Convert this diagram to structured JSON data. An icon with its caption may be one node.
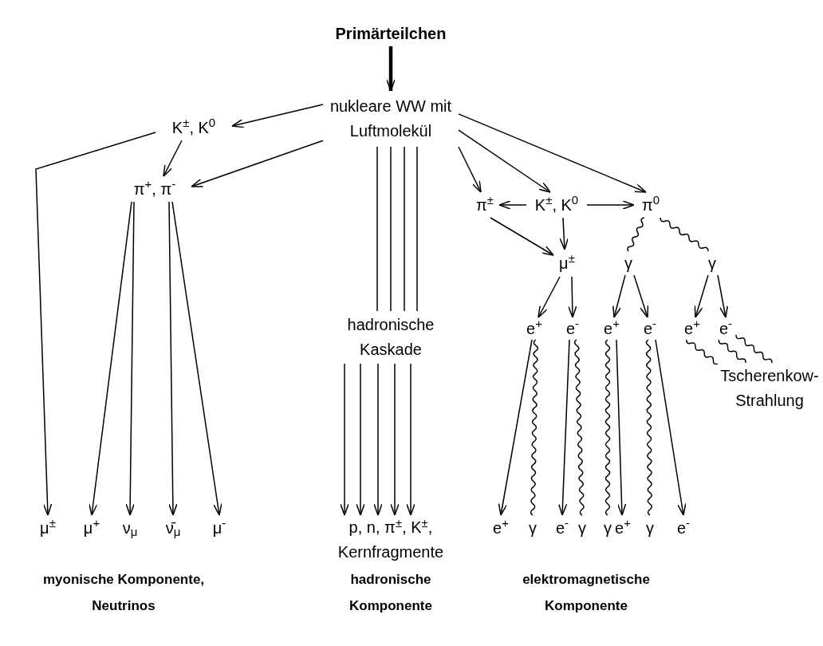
{
  "diagram": {
    "nodes": [
      {
        "text": [
          "Primärteilchen"
        ]
      },
      {
        "text": [
          "nukleare WW mit Luftmolekül"
        ]
      },
      {
        "text": [
          "K$^{±}$, K$^{0}$"
        ]
      },
      {
        "text": [
          "π$^{+}$, π$^{-}$"
        ]
      },
      {
        "text": [
          "π$^{±}$"
        ]
      },
      {
        "text": [
          "K$^{±}$, K$^{0}$"
        ]
      },
      {
        "text": [
          "π$^{0}$"
        ]
      },
      {
        "text": [
          "μ$^{±}$"
        ]
      },
      {
        "text": [
          "γ"
        ]
      },
      {
        "text": [
          "γ"
        ]
      },
      {
        "text": [
          "hadronische Kaskade"
        ]
      },
      {
        "text": [
          "e$^{+}$"
        ]
      },
      {
        "text": [
          "e$^{-}$"
        ]
      },
      {
        "text": [
          "e$^{+}$"
        ]
      },
      {
        "text": [
          "e$^{-}$"
        ]
      },
      {
        "text": [
          "e$^{+}$"
        ]
      },
      {
        "text": [
          "e$^{-}$"
        ]
      },
      {
        "text": [
          "Tscherenkow- Strahlung"
        ]
      },
      {
        "text": [
          "μ$^{±}$"
        ]
      },
      {
        "text": [
          "μ$^{+}$"
        ]
      },
      {
        "text": [
          "ν$_{μ}$"
        ]
      },
      {
        "text": [
          "ν̄$_{μ}$"
        ]
      },
      {
        "text": [
          "μ$^{-}$"
        ]
      },
      {
        "text": [
          "p, n, π$^{±}$, K$^{±}$, Kernfragmente"
        ]
      },
      {
        "text": [
          "e$^{+}$"
        ]
      },
      {
        "text": [
          "γ"
        ]
      },
      {
        "text": [
          "e$^{-}$"
        ]
      },
      {
        "text": [
          "γ"
        ]
      },
      {
        "text": [
          "γ"
        ]
      },
      {
        "text": [
          "e$^{+}$"
        ]
      },
      {
        "text": [
          "γ"
        ]
      },
      {
        "text": [
          "e$^{-}$"
        ]
      }
    ],
    "edges": [
      {
        "from": 0,
        "to": 1,
        "arrow": "to",
        "style": "thick"
      },
      {
        "from": 1,
        "to": 2,
        "arrow": "to"
      },
      {
        "from": 1,
        "to": 3,
        "arrow": "to"
      },
      {
        "from": 2,
        "to": 3,
        "arrow": "to"
      },
      {
        "from": 2,
        "to": 18,
        "arrow": "to"
      },
      {
        "from": 3,
        "to": 19,
        "arrow": "to"
      },
      {
        "from": 3,
        "to": 20,
        "arrow": "to"
      },
      {
        "from": 3,
        "to": 21,
        "arrow": "to"
      },
      {
        "from": 3,
        "to": 22,
        "arrow": "to"
      },
      {
        "from": 1,
        "to": 10,
        "arrow": "none"
      },
      {
        "from": 1,
        "to": 10,
        "arrow": "none"
      },
      {
        "from": 1,
        "to": 10,
        "arrow": "none"
      },
      {
        "from": 1,
        "to": 10,
        "arrow": "none"
      },
      {
        "from": 10,
        "to": 23,
        "arrow": "to"
      },
      {
        "from": 10,
        "to": 23,
        "arrow": "to"
      },
      {
        "from": 10,
        "to": 23,
        "arrow": "to"
      },
      {
        "from": 10,
        "to": 23,
        "arrow": "to"
      },
      {
        "from": 10,
        "to": 23,
        "arrow": "to"
      },
      {
        "from": 1,
        "to": 4,
        "arrow": "to"
      },
      {
        "from": 1,
        "to": 5,
        "arrow": "to"
      },
      {
        "from": 1,
        "to": 6,
        "arrow": "to"
      },
      {
        "from": 5,
        "to": 4,
        "arrow": "to"
      },
      {
        "from": 5,
        "to": 6,
        "arrow": "to"
      },
      {
        "from": 5,
        "to": 7,
        "arrow": "to"
      },
      {
        "from": 4,
        "to": 7,
        "arrow": "to"
      },
      {
        "from": 6,
        "to": 8,
        "arrow": "none"
      },
      {
        "from": 6,
        "to": 9,
        "arrow": "none"
      },
      {
        "from": 7,
        "to": 11,
        "arrow": "to"
      },
      {
        "from": 7,
        "to": 12,
        "arrow": "to"
      },
      {
        "from": 8,
        "to": 13,
        "arrow": "to"
      },
      {
        "from": 8,
        "to": 14,
        "arrow": "to"
      },
      {
        "from": 9,
        "to": 15,
        "arrow": "to"
      },
      {
        "from": 9,
        "to": 16,
        "arrow": "to"
      },
      {
        "from": 11,
        "to": 24,
        "arrow": "to"
      },
      {
        "from": 11,
        "to": 25,
        "arrow": "none"
      },
      {
        "from": 12,
        "to": 26,
        "arrow": "to"
      },
      {
        "from": 12,
        "to": 27,
        "arrow": "none"
      },
      {
        "from": 13,
        "to": 28,
        "arrow": "none"
      },
      {
        "from": 13,
        "to": 29,
        "arrow": "to"
      },
      {
        "from": 14,
        "to": 30,
        "arrow": "none"
      },
      {
        "from": 14,
        "to": 31,
        "arrow": "to"
      },
      {
        "from": 15,
        "to": 17,
        "arrow": "none"
      },
      {
        "from": 16,
        "to": 17,
        "arrow": "none"
      },
      {
        "from": 16,
        "to": 17,
        "arrow": "none"
      }
    ],
    "labels": [
      "myonische Komponente, Neutrinos",
      "hadronische Komponente",
      "elektromagnetische Komponente"
    ]
  }
}
